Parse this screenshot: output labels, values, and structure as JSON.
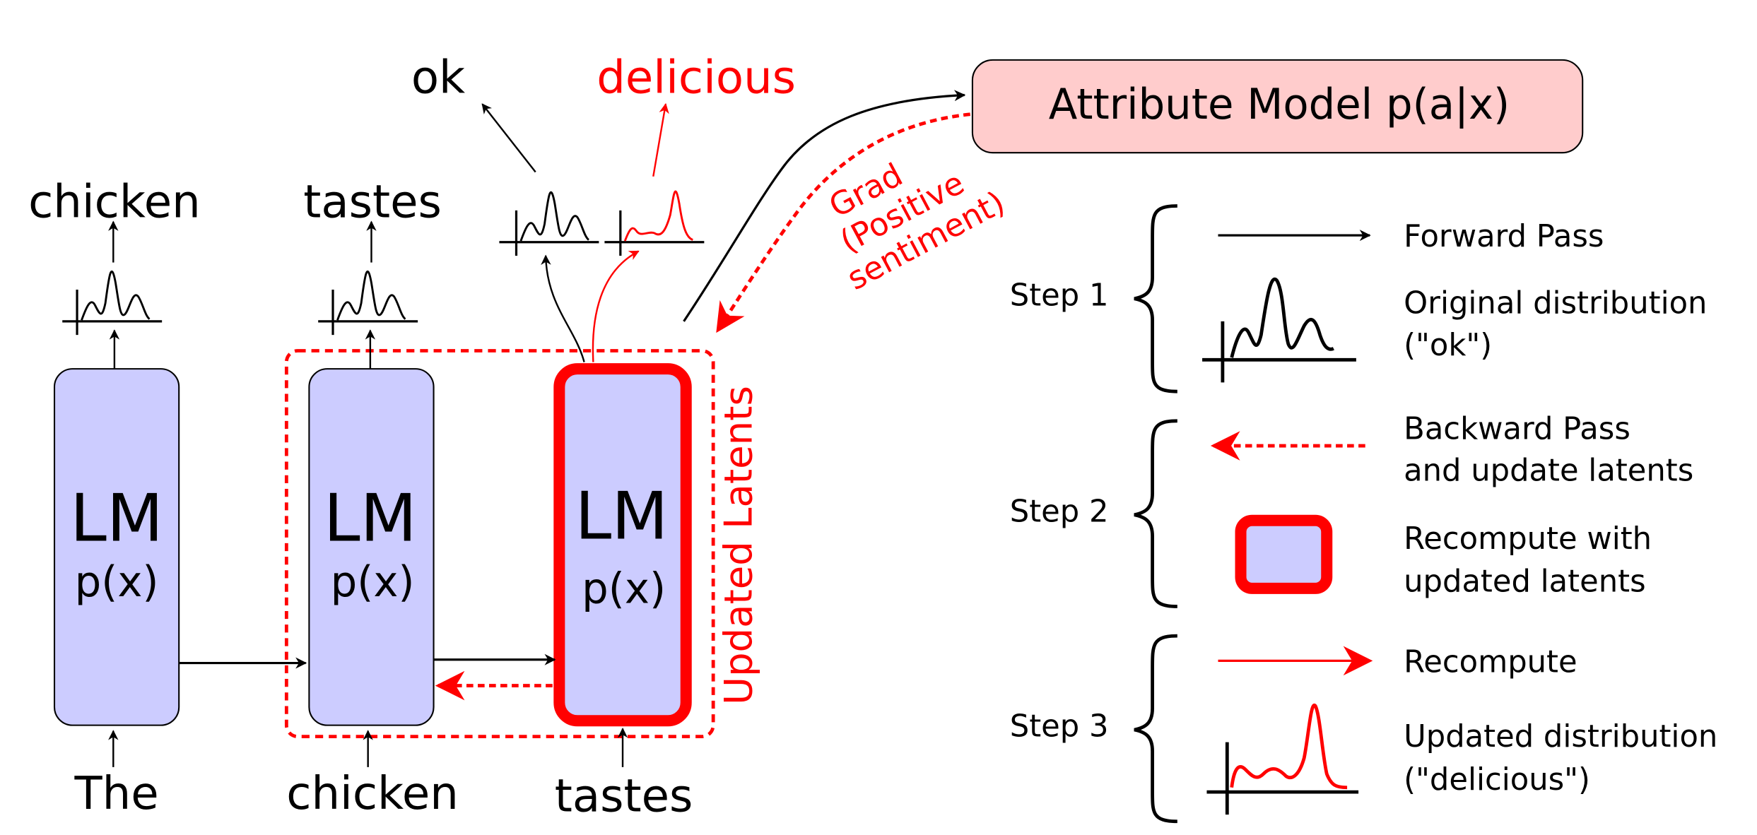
{
  "colors": {
    "red": "#ff0000",
    "black": "#000000",
    "box_fill": "#ccccff",
    "attr_fill": "#ffcccc"
  },
  "attribute_model": {
    "label": "Attribute Model p(a|x)"
  },
  "lm_blocks": [
    {
      "title": "LM",
      "subtitle": "p(x)",
      "input": "The",
      "output": "chicken"
    },
    {
      "title": "LM",
      "subtitle": "p(x)",
      "input": "chicken",
      "output": "tastes"
    },
    {
      "title": "LM",
      "subtitle": "p(x)",
      "input": "tastes",
      "output_original": "ok",
      "output_updated": "delicious"
    }
  ],
  "labels": {
    "updated_latents": "Updated Latents",
    "grad": [
      "Grad",
      "(Positive",
      "sentiment)"
    ]
  },
  "legend": {
    "steps": [
      {
        "label": "Step 1",
        "items": [
          {
            "icon": "black-forward-arrow-icon",
            "text": [
              "Forward Pass"
            ]
          },
          {
            "icon": "original-distribution-icon",
            "text": [
              "Original distribution",
              "(\"ok\")"
            ]
          }
        ]
      },
      {
        "label": "Step 2",
        "items": [
          {
            "icon": "red-dashed-backward-arrow-icon",
            "text": [
              "Backward Pass",
              "and update latents"
            ]
          },
          {
            "icon": "recompute-box-icon",
            "text": [
              "Recompute with",
              "updated latents"
            ]
          }
        ]
      },
      {
        "label": "Step 3",
        "items": [
          {
            "icon": "red-forward-arrow-icon",
            "text": [
              "Recompute"
            ]
          },
          {
            "icon": "updated-distribution-icon",
            "text": [
              "Updated distribution",
              "(\"delicious\")"
            ]
          }
        ]
      }
    ]
  }
}
